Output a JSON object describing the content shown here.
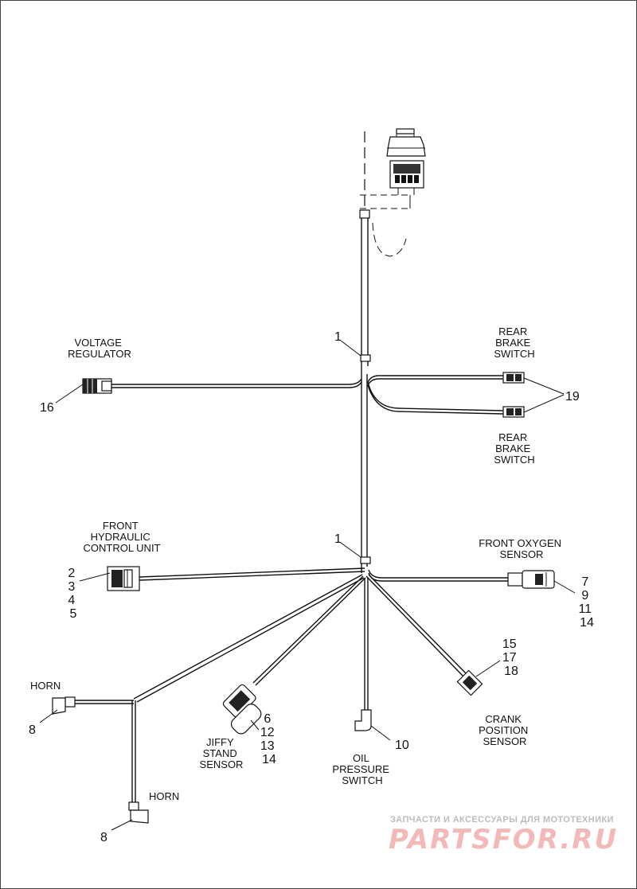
{
  "labels": {
    "voltage_regulator": [
      "VOLTAGE",
      "REGULATOR"
    ],
    "rear_brake_switch_top": [
      "REAR",
      "BRAKE",
      "SWITCH"
    ],
    "rear_brake_switch_bottom": [
      "REAR",
      "BRAKE",
      "SWITCH"
    ],
    "front_hcu": [
      "FRONT",
      "HYDRAULIC",
      "CONTROL UNIT"
    ],
    "front_oxygen_sensor": [
      "FRONT OXYGEN",
      "SENSOR"
    ],
    "horn_upper": "HORN",
    "horn_lower": "HORN",
    "jiffy_stand_sensor": [
      "JIFFY",
      "STAND",
      "SENSOR"
    ],
    "oil_pressure_switch": [
      "OIL",
      "PRESSURE",
      "SWITCH"
    ],
    "crank_position_sensor": [
      "CRANK",
      "POSITION",
      "SENSOR"
    ]
  },
  "callouts": {
    "clip_upper": "1",
    "clip_lower": "1",
    "voltage_regulator": "16",
    "rear_brake_switch": "19",
    "front_hcu": [
      "2",
      "3",
      "4",
      "5"
    ],
    "front_oxygen_sensor": [
      "7",
      "9",
      "11",
      "14"
    ],
    "crank_position_sensor": [
      "15",
      "17",
      "18"
    ],
    "horn_upper": "8",
    "horn_lower": "8",
    "jiffy_stand_sensor": [
      "6",
      "12",
      "13",
      "14"
    ],
    "oil_pressure_switch": "10"
  },
  "watermark": {
    "line1": "ЗАПЧАСТИ И АКСЕССУАРЫ ДЛЯ МОТОТЕХНИКИ",
    "line2": "PARTSFOR.RU"
  }
}
